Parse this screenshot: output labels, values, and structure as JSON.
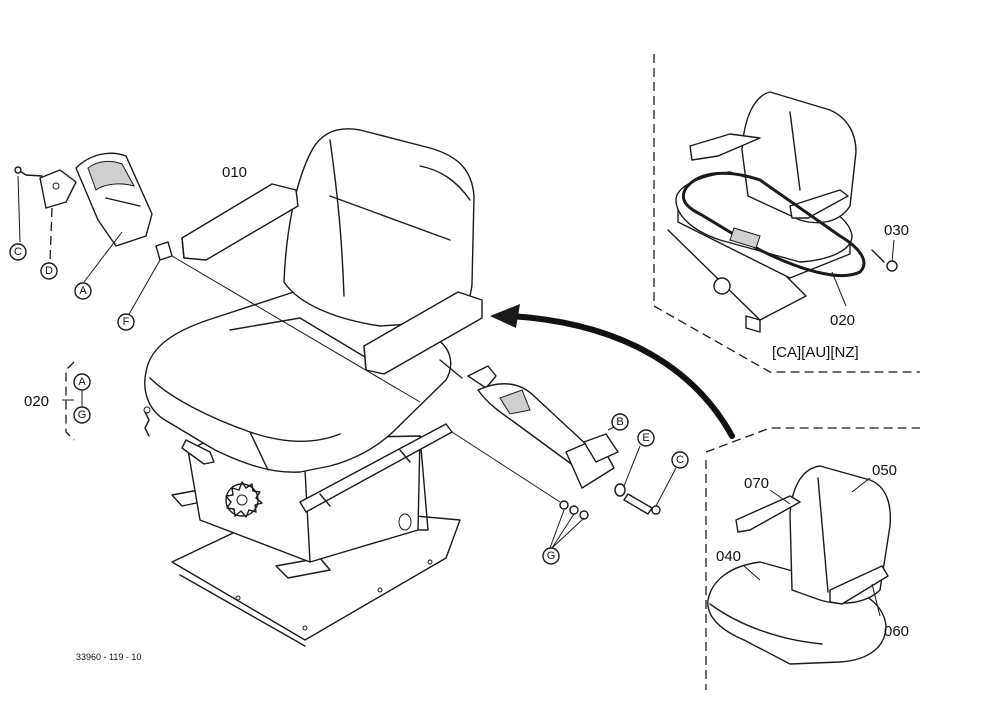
{
  "labels": {
    "p010": "010",
    "p020_left": "020",
    "p020_right": "020",
    "p030": "030",
    "p040": "040",
    "p050": "050",
    "p060": "060",
    "p070": "070",
    "region": "[CA][AU][NZ]",
    "drawing_no": "33960 - 119 - 10"
  },
  "callouts": {
    "A1": "A",
    "C1": "C",
    "D1": "D",
    "F1": "F",
    "A2": "A",
    "G2": "G",
    "B": "B",
    "E": "E",
    "C3": "C",
    "G3": "G"
  }
}
